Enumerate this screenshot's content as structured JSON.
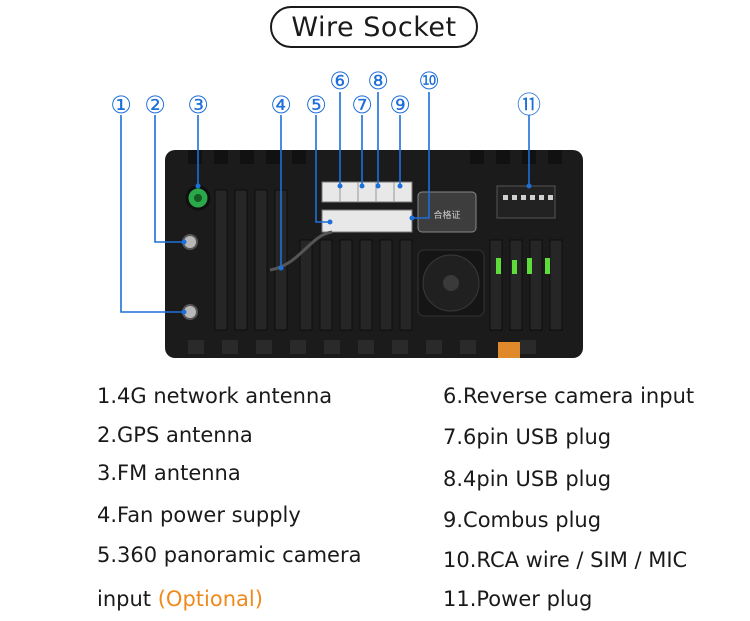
{
  "title": "Wire Socket",
  "callout_numbers": [
    "①",
    "②",
    "③",
    "④",
    "⑤",
    "⑥",
    "⑦",
    "⑧",
    "⑨",
    "⑩",
    "⑪"
  ],
  "colors": {
    "callout_blue": "#1e6fd9",
    "optional_orange": "#f08a1c",
    "device_body": "#1b1b1b",
    "title_border": "#1a1a1a"
  },
  "legend_left": {
    "item1": "1.4G network antenna",
    "item2": "2.GPS antenna",
    "item3": "3.FM antenna",
    "item4": "4.Fan power supply",
    "item5_line1": "5.360 panoramic camera",
    "item5_line2": "input",
    "item5_optional": "(Optional)"
  },
  "legend_right": {
    "item6": "6.Reverse camera input",
    "item7": "7.6pin USB plug",
    "item8": "8.4pin USB plug",
    "item9": "9.Combus plug",
    "item10": "10.RCA wire / SIM / MIC",
    "item11": "11.Power plug"
  },
  "device": {
    "certificate_label": "合格证"
  }
}
